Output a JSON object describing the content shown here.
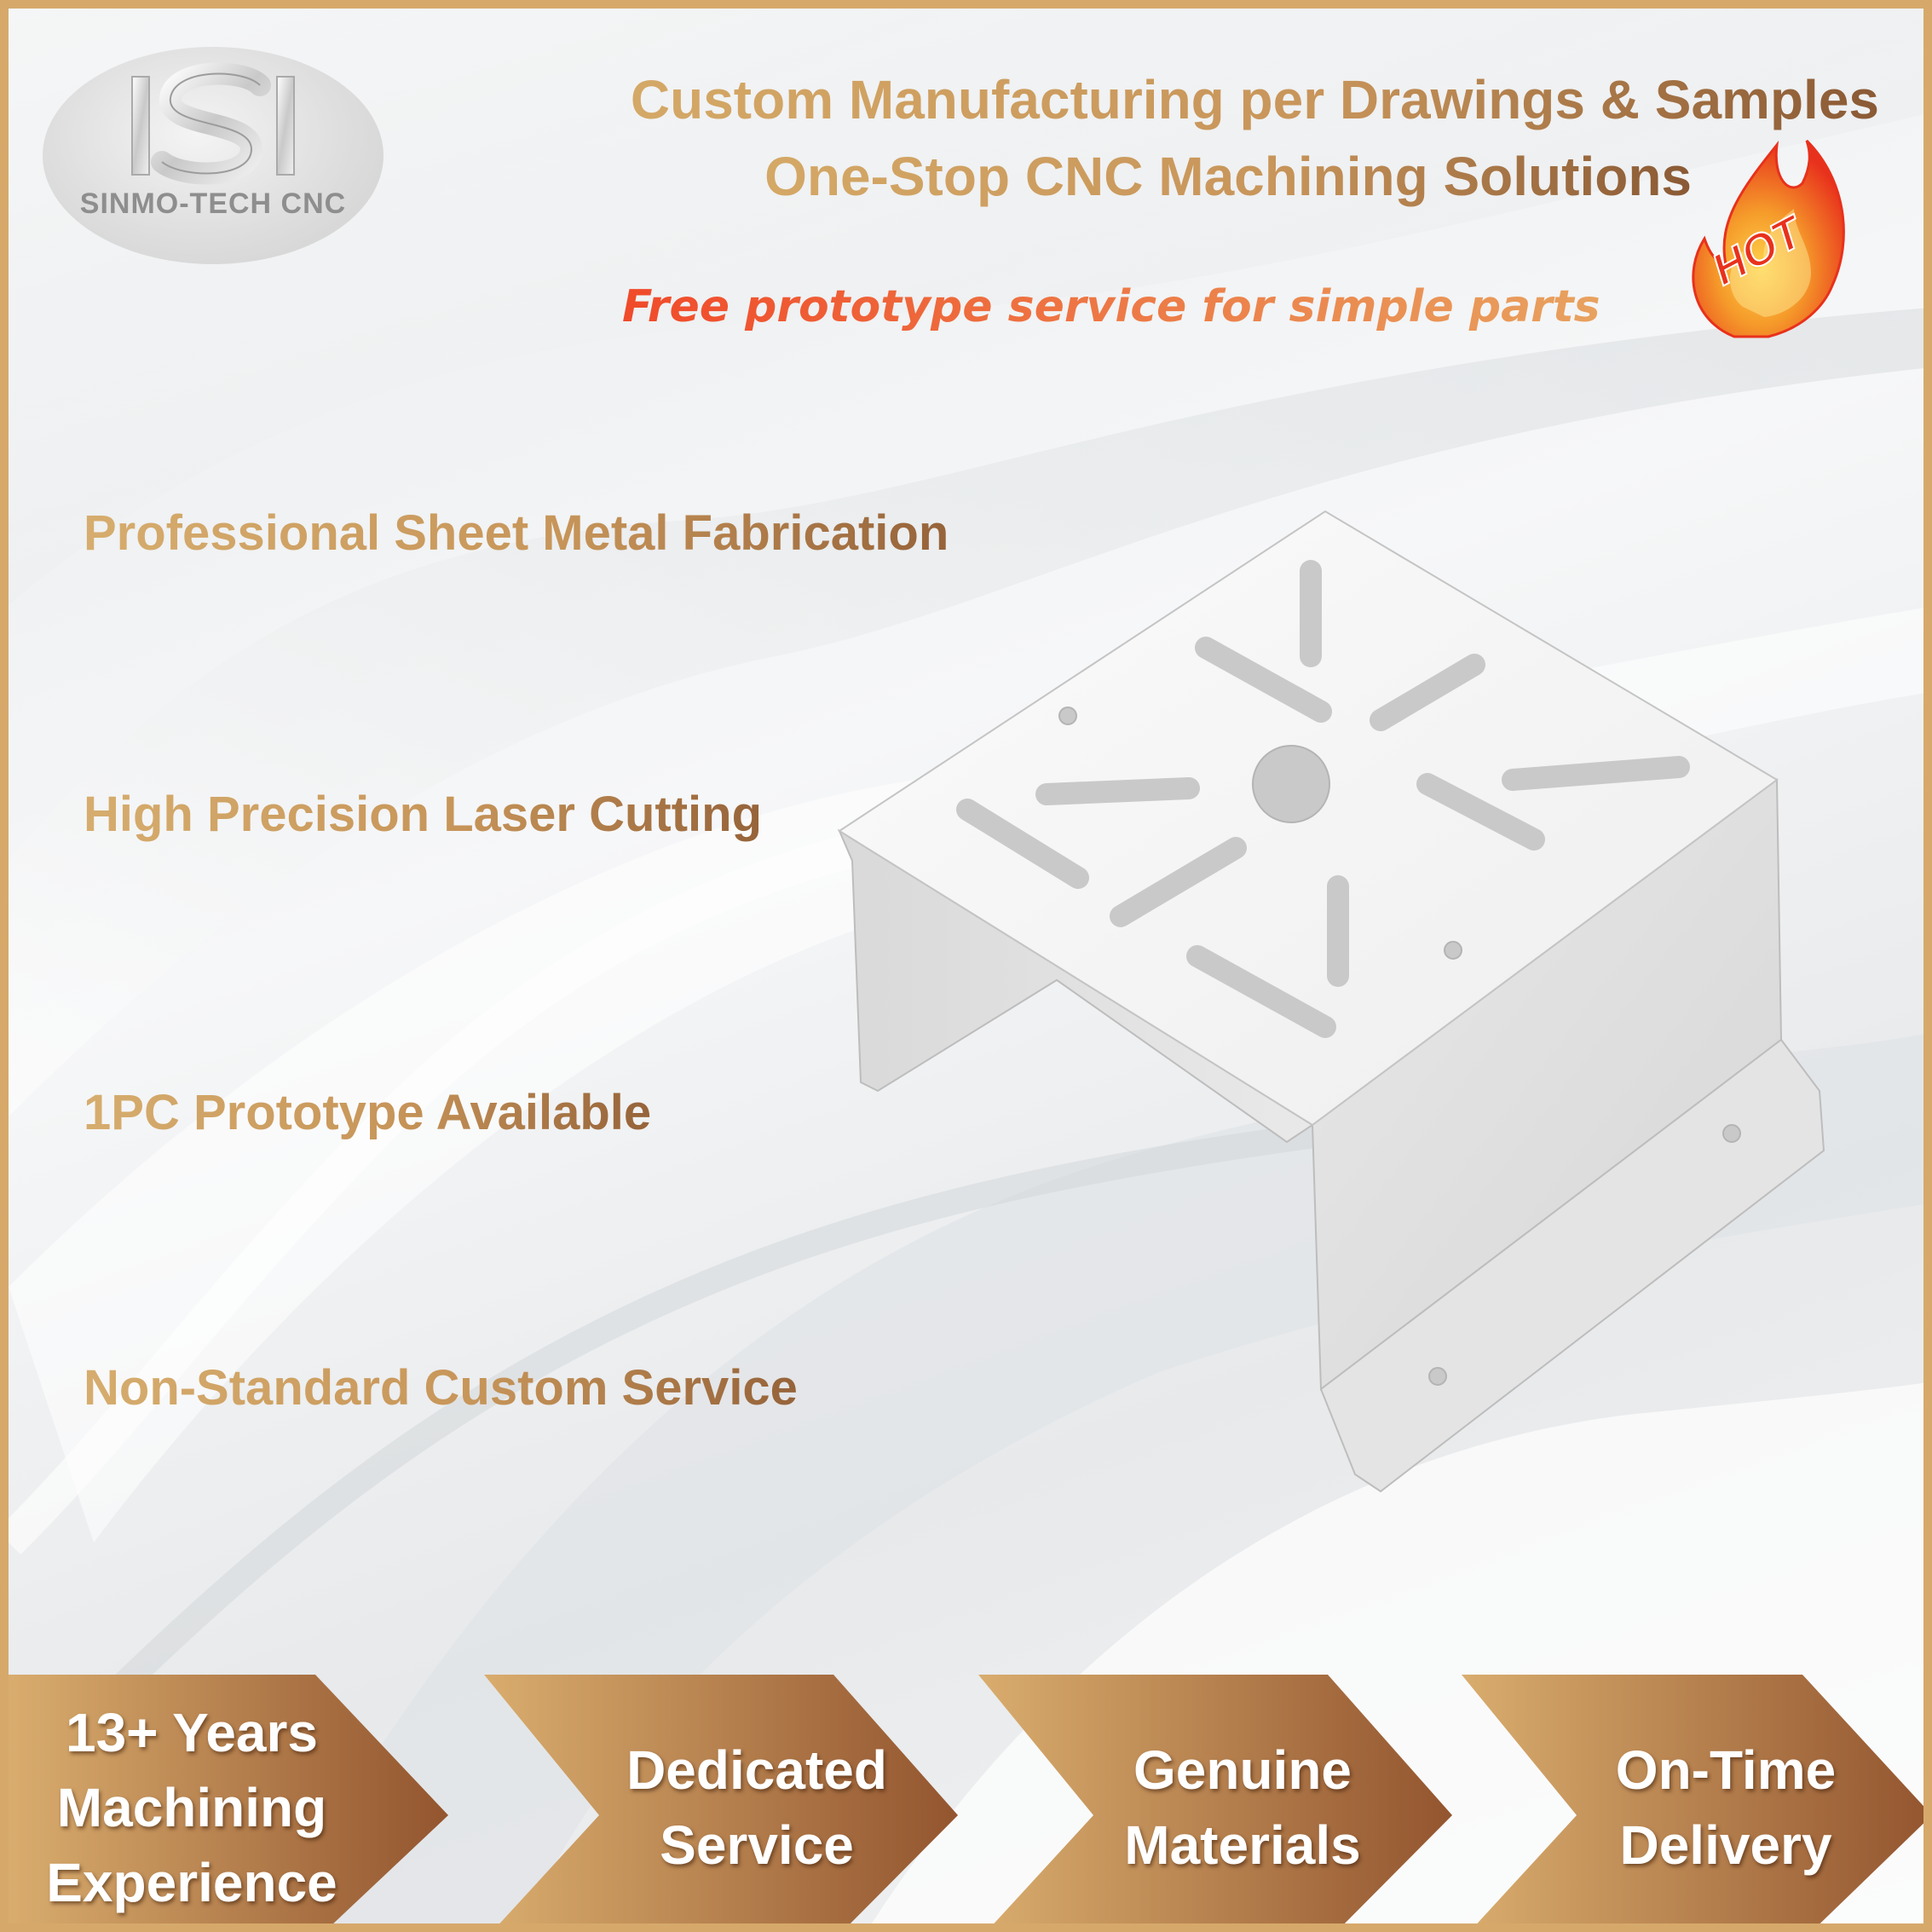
{
  "brand": {
    "logo_text": "SINMO-TECH CNC"
  },
  "header": {
    "title_line1": "Custom Manufacturing per Drawings & Samples",
    "title_line2": "One-Stop CNC Machining Solutions",
    "promo": "Free prototype service for simple parts",
    "hot_badge": "HOT"
  },
  "features": [
    "Professional Sheet Metal Fabrication",
    "High Precision Laser Cutting",
    "1PC Prototype Available",
    "Non-Standard Custom Service"
  ],
  "banners": [
    {
      "line1": "13+ Years",
      "line2": "Machining",
      "line3": "Experience"
    },
    {
      "line1": "Dedicated",
      "line2": "Service"
    },
    {
      "line1": "Genuine",
      "line2": "Materials"
    },
    {
      "line1": "On-Time",
      "line2": "Delivery"
    }
  ],
  "colors": {
    "gold": "#d6a96b",
    "bronze": "#8a5a35",
    "flame_red": "#ee3320",
    "flame_orange": "#f59a2a"
  },
  "icons": [
    "logo-mark-icon",
    "hot-flame-icon",
    "sheet-metal-bracket-image"
  ]
}
